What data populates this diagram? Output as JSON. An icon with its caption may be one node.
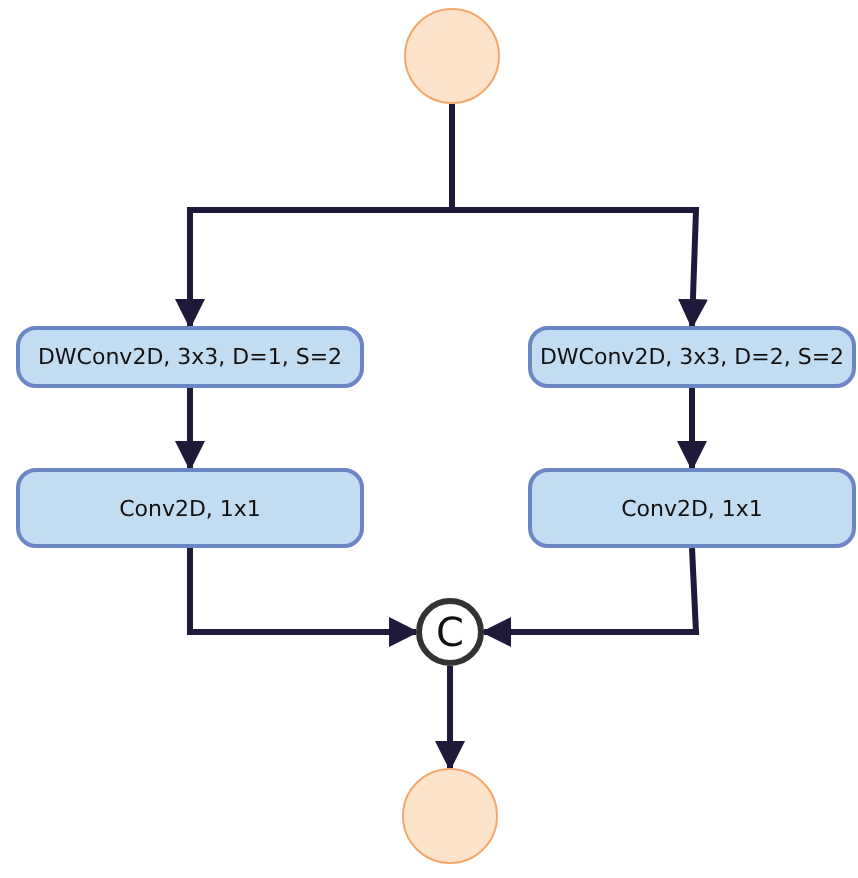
{
  "diagram": {
    "nodes": [
      {
        "text": [],
        "shape": "circle"
      },
      {
        "text": [
          "DWConv2D, 3x3, D=1, S=2"
        ]
      },
      {
        "text": [
          "DWConv2D, 3x3, D=2, S=2"
        ]
      },
      {
        "text": [
          "Conv2D, 1x1"
        ]
      },
      {
        "text": [
          "Conv2D, 1x1"
        ]
      },
      {
        "text": [
          "C"
        ]
      },
      {
        "text": [],
        "shape": "circle"
      }
    ],
    "edges": [
      {
        "from": 0,
        "to": 1,
        "arrow": "to"
      },
      {
        "from": 0,
        "to": 2,
        "arrow": "to"
      },
      {
        "from": 1,
        "to": 3,
        "arrow": "to"
      },
      {
        "from": 2,
        "to": 4,
        "arrow": "to"
      },
      {
        "from": 3,
        "to": 5,
        "arrow": "to"
      },
      {
        "from": 4,
        "to": 5,
        "arrow": "to"
      },
      {
        "from": 5,
        "to": 6,
        "arrow": "to"
      }
    ]
  }
}
